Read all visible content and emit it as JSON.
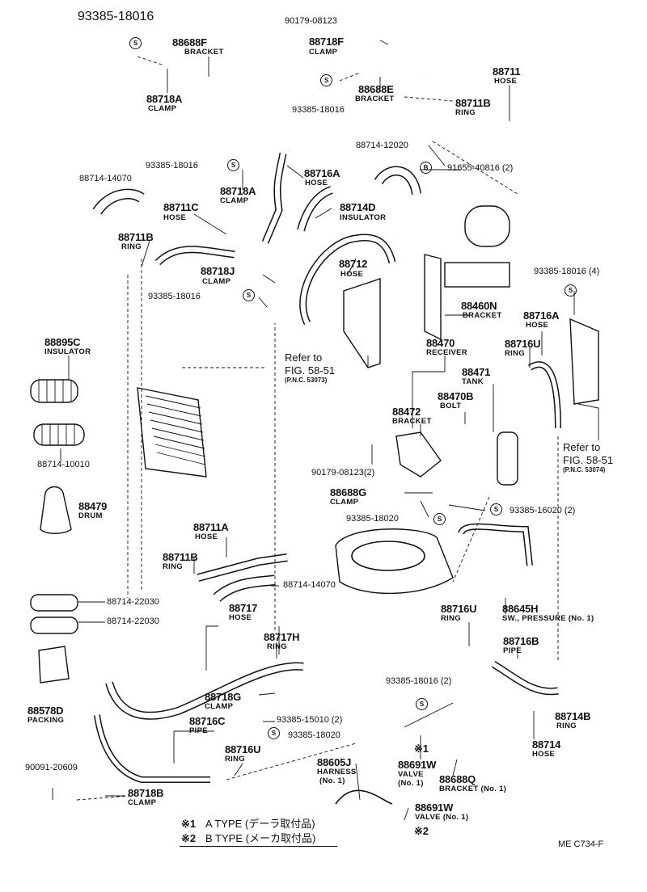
{
  "parts": [
    {
      "id": "p1",
      "number": "93385-18016",
      "name": ""
    },
    {
      "id": "p2",
      "number": "88688F",
      "name": "BRACKET"
    },
    {
      "id": "p3",
      "number": "88718A",
      "name": "CLAMP"
    },
    {
      "id": "p4",
      "number": "90179-08123",
      "name": ""
    },
    {
      "id": "p5",
      "number": "88718F",
      "name": "CLAMP"
    },
    {
      "id": "p6",
      "number": "88688E",
      "name": "BRACKET"
    },
    {
      "id": "p7",
      "number": "93385-18016",
      "name": ""
    },
    {
      "id": "p8",
      "number": "88711",
      "name": "HOSE"
    },
    {
      "id": "p9",
      "number": "88711B",
      "name": "RING"
    },
    {
      "id": "p10",
      "number": "88714-12020",
      "name": ""
    },
    {
      "id": "p11",
      "number": "91655-40816 (2)",
      "name": ""
    },
    {
      "id": "p12",
      "number": "93385-18016",
      "name": ""
    },
    {
      "id": "p13",
      "number": "88714-14070",
      "name": ""
    },
    {
      "id": "p14",
      "number": "88716A",
      "name": "HOSE"
    },
    {
      "id": "p15",
      "number": "88718A",
      "name": "CLAMP"
    },
    {
      "id": "p16",
      "number": "88714D",
      "name": "INSULATOR"
    },
    {
      "id": "p17",
      "number": "88711C",
      "name": "HOSE"
    },
    {
      "id": "p18",
      "number": "88711B",
      "name": "RING"
    },
    {
      "id": "p19",
      "number": "88712",
      "name": "HOSE"
    },
    {
      "id": "p20",
      "number": "88718J",
      "name": "CLAMP"
    },
    {
      "id": "p21",
      "number": "93385-18016",
      "name": ""
    },
    {
      "id": "p22",
      "number": "93385-18016 (4)",
      "name": ""
    },
    {
      "id": "p23",
      "number": "88460N",
      "name": "BRACKET"
    },
    {
      "id": "p24",
      "number": "88716A",
      "name": "HOSE"
    },
    {
      "id": "p25",
      "number": "88895C",
      "name": "INSULATOR"
    },
    {
      "id": "p26",
      "number": "88470",
      "name": "RECEIVER"
    },
    {
      "id": "p27",
      "number": "88716U",
      "name": "RING"
    },
    {
      "id": "p28",
      "number": "88471",
      "name": "TANK"
    },
    {
      "id": "p29",
      "number": "88470B",
      "name": "BOLT"
    },
    {
      "id": "p30",
      "number": "88472",
      "name": "BRACKET"
    },
    {
      "id": "p31",
      "number": "88714-10010",
      "name": ""
    },
    {
      "id": "p32",
      "number": "90179-08123(2)",
      "name": ""
    },
    {
      "id": "p33",
      "number": "88479",
      "name": "DRUM"
    },
    {
      "id": "p34",
      "number": "88688G",
      "name": "CLAMP"
    },
    {
      "id": "p35",
      "number": "93385-18020",
      "name": ""
    },
    {
      "id": "p36",
      "number": "93385-16020 (2)",
      "name": ""
    },
    {
      "id": "p37",
      "number": "88711A",
      "name": "HOSE"
    },
    {
      "id": "p38",
      "number": "88711B",
      "name": "RING"
    },
    {
      "id": "p39",
      "number": "88714-14070",
      "name": ""
    },
    {
      "id": "p40",
      "number": "88714-22030",
      "name": ""
    },
    {
      "id": "p41",
      "number": "88714-22030",
      "name": ""
    },
    {
      "id": "p42",
      "number": "88717",
      "name": "HOSE"
    },
    {
      "id": "p43",
      "number": "88716U",
      "name": "RING"
    },
    {
      "id": "p44",
      "number": "88645H",
      "name": "SW., PRESSURE (No. 1)"
    },
    {
      "id": "p45",
      "number": "88717H",
      "name": "RING"
    },
    {
      "id": "p46",
      "number": "88716B",
      "name": "PIPE"
    },
    {
      "id": "p47",
      "number": "93385-18016 (2)",
      "name": ""
    },
    {
      "id": "p48",
      "number": "88718G",
      "name": "CLAMP"
    },
    {
      "id": "p49",
      "number": "88714B",
      "name": "RING"
    },
    {
      "id": "p50",
      "number": "88578D",
      "name": "PACKING"
    },
    {
      "id": "p51",
      "number": "93385-15010 (2)",
      "name": ""
    },
    {
      "id": "p52",
      "number": "88716C",
      "name": "PIPE"
    },
    {
      "id": "p53",
      "number": "93385-18020",
      "name": ""
    },
    {
      "id": "p54",
      "number": "88716U",
      "name": "RING"
    },
    {
      "id": "p55",
      "number": "88714",
      "name": "HOSE"
    },
    {
      "id": "p56",
      "number": "88605J",
      "name": "HARNESS"
    },
    {
      "id": "p57",
      "number": "88691W",
      "name": "VALVE"
    },
    {
      "id": "p58",
      "number": "90091-20609",
      "name": ""
    },
    {
      "id": "p59",
      "number": "88688Q",
      "name": "BRACKET (No. 1)"
    },
    {
      "id": "p60",
      "number": "88718B",
      "name": "CLAMP"
    },
    {
      "id": "p61",
      "number": "88691W",
      "name": "VALVE (No. 1)"
    }
  ],
  "extra_text": {
    "harness_no": "(No. 1)",
    "valve_no": "(No. 1)",
    "mark1": "※1",
    "mark2": "※2",
    "symbol_s": "S",
    "symbol_b": "B"
  },
  "references": [
    {
      "line1": "Refer to",
      "line2": "FIG. 58-51",
      "pnc": "(P.N.C. 53073)"
    },
    {
      "line1": "Refer to",
      "line2": "FIG. 58-51",
      "pnc": "(P.N.C. 53074)"
    }
  ],
  "legend": [
    {
      "mark": "※1",
      "text": "A  TYPE (デーラ取付品)"
    },
    {
      "mark": "※2",
      "text": "B  TYPE (メーカ取付品)"
    }
  ],
  "figure_code": "ME  C734-F"
}
